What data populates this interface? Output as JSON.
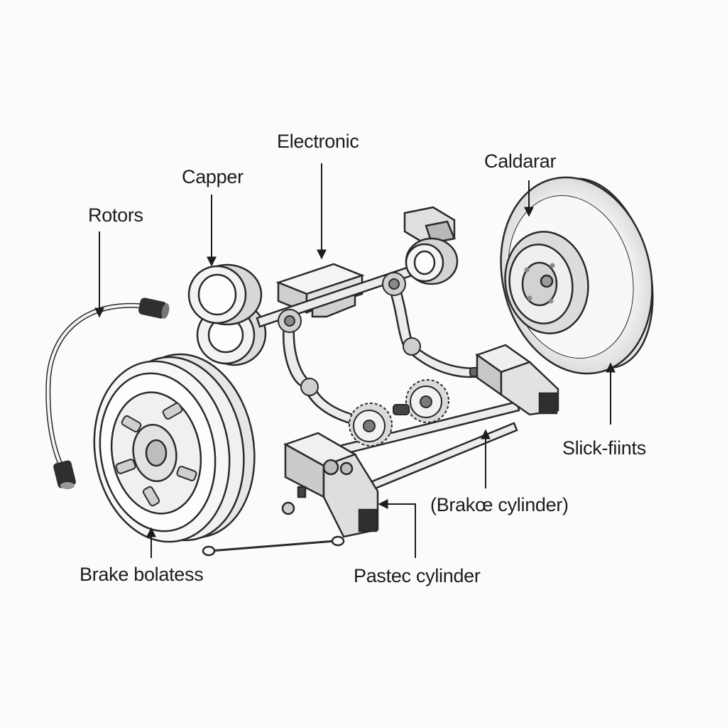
{
  "labels": {
    "electronic": "Electronic",
    "capper": "Capper",
    "caldarar": "Caldarar",
    "rotors": "Rotors",
    "slick_fiints": "Slick-fiints",
    "brake_cylinder_paren": "(Brakœ cylinder)",
    "brake_bolatess": "Brake bolatess",
    "pastec_cylinder": "Pastec cylinder"
  },
  "colors": {
    "line": "#2a2a2a",
    "fill_light": "#efefef",
    "fill_mid": "#d6d6d6",
    "fill_dark": "#9a9a9a",
    "background": "#fbfbfb"
  }
}
